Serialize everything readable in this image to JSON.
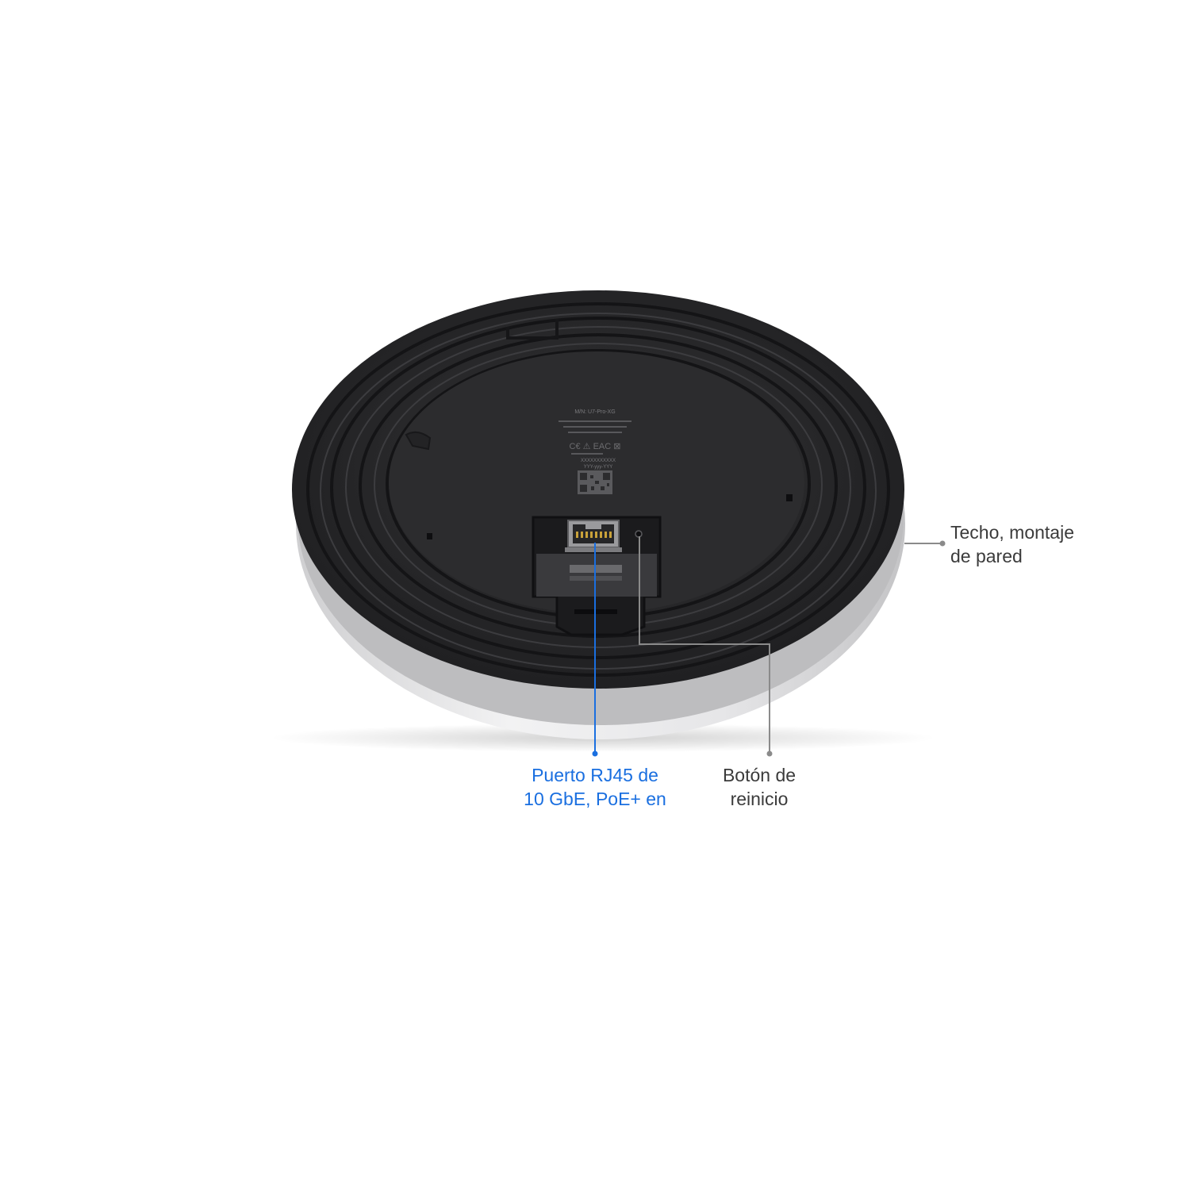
{
  "colors": {
    "background": "#ffffff",
    "device_body": "#2a2a2c",
    "device_ring": "#1f1f21",
    "device_rim": "#d9d9db",
    "accent_blue": "#1a6fe0",
    "neutral_label": "#3b3b3b",
    "neutral_line": "#8a8a8a"
  },
  "device": {
    "name": "U7-Pro-XG access point (underside view)",
    "icons": [
      "rj45-port-icon",
      "reset-button-icon",
      "qr-code-icon"
    ],
    "label_text": {
      "model": "M/N: U7-Pro-XG",
      "serial_line": "XXXXXXXXXXX",
      "date_line": "YYY-yyy-YYY"
    }
  },
  "callouts": {
    "mount": {
      "line1": "Techo, montaje",
      "line2": "de pared",
      "color": "#3b3b3b"
    },
    "rj45": {
      "line1": "Puerto RJ45 de",
      "line2": "10 GbE, PoE+ en",
      "color": "#1a6fe0"
    },
    "reset": {
      "line1": "Botón de",
      "line2": "reinicio",
      "color": "#3b3b3b"
    }
  }
}
